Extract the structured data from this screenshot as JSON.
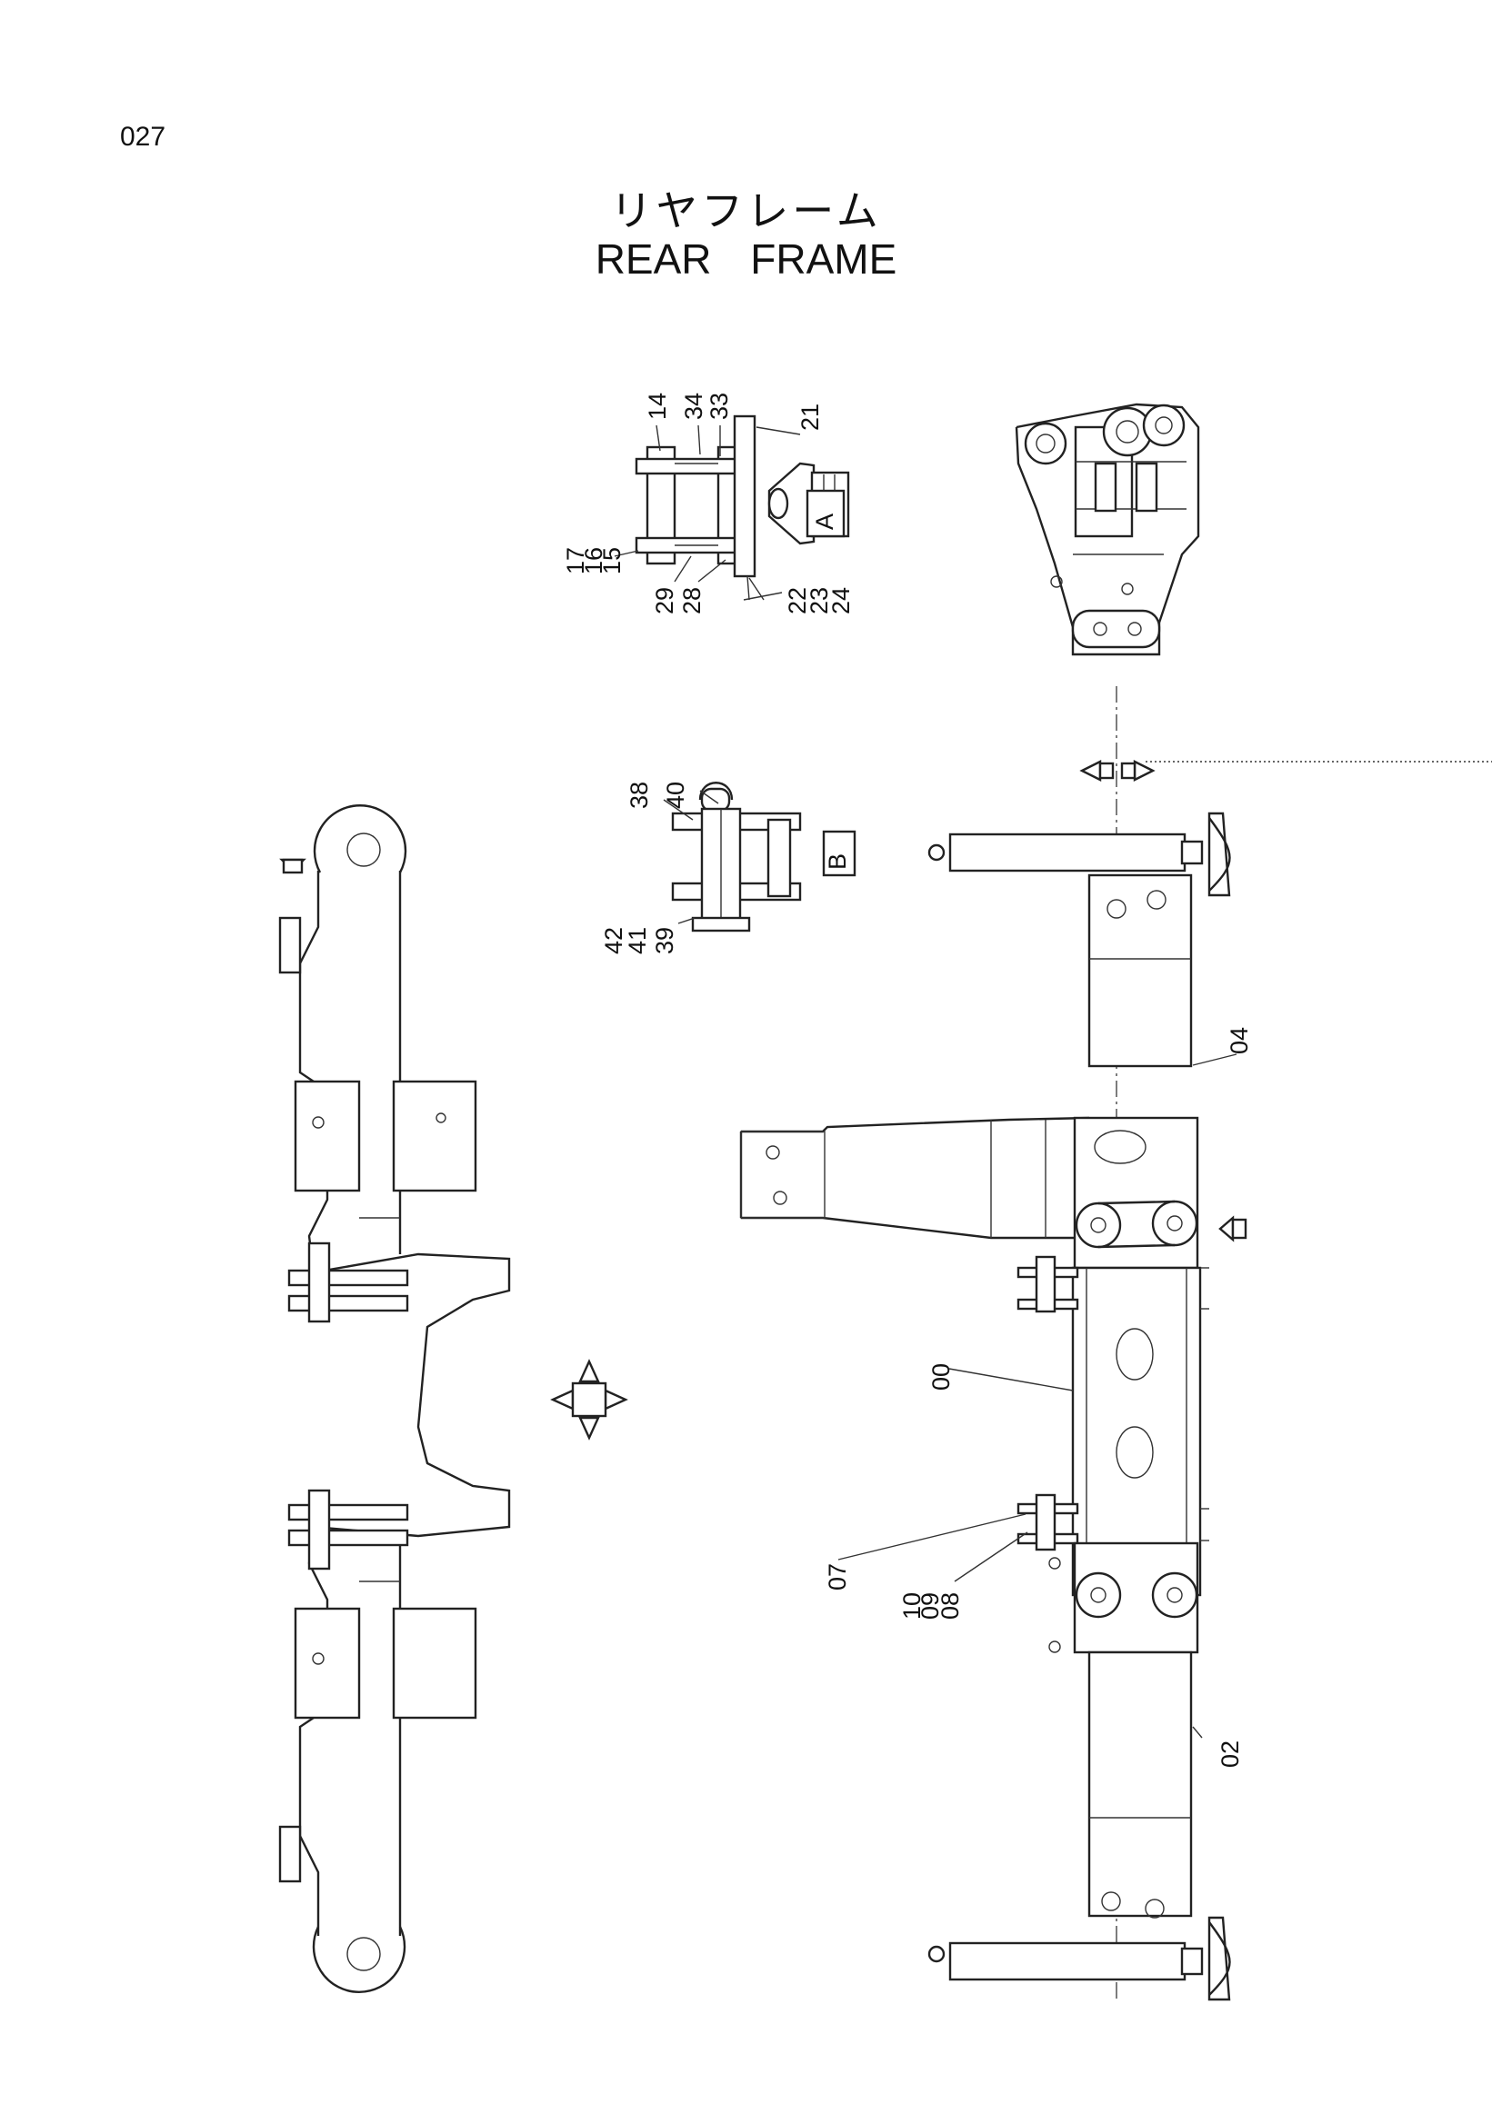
{
  "page_number": "027",
  "title_jp": "リヤフレーム",
  "title_en": "REAR   FRAME",
  "detail_a": {
    "labels": [
      "14",
      "34",
      "33",
      "21",
      "17",
      "16",
      "15",
      "29",
      "28",
      "22",
      "23",
      "24"
    ],
    "marker": "A"
  },
  "detail_b": {
    "labels": [
      "38",
      "40",
      "42",
      "41",
      "39"
    ],
    "marker": "B"
  },
  "main_labels": [
    "04",
    "00",
    "07",
    "10",
    "09",
    "08",
    "02"
  ]
}
